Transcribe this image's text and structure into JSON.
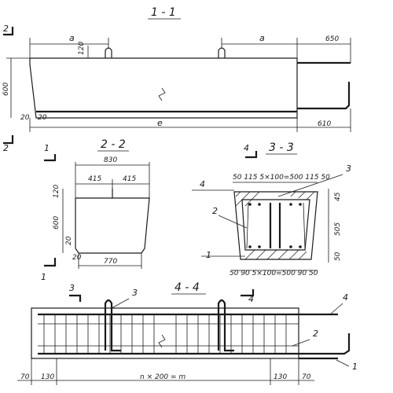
{
  "sections": {
    "s11": {
      "title": "1 - 1",
      "a_left": "a",
      "a_right": "a",
      "d650": "650",
      "d120": "120",
      "d600": "600",
      "d20a": "20",
      "d20b": "20",
      "l": "e",
      "d610": "610",
      "mark": "2"
    },
    "s22": {
      "title": "2 - 2",
      "d830": "830",
      "d415a": "415",
      "d415b": "415",
      "d120": "120",
      "d600": "600",
      "d20a": "20",
      "d20b": "20",
      "d770": "770",
      "mark": "1"
    },
    "s33": {
      "title": "3 - 3",
      "top_dims": "50 115 5×100=500 115 50",
      "bot_dims": "50 90 5×100=500 90 50",
      "d45": "45",
      "d505": "505",
      "d50": "50",
      "mark": "4",
      "leader_2": "2",
      "leader_3": "3",
      "leader_4": "4",
      "leader_1": "1"
    },
    "s44": {
      "title": "4 - 4",
      "d70a": "70",
      "d130a": "130",
      "mid": "n × 200 = m",
      "d130b": "130",
      "d70b": "70",
      "mark": "3",
      "leader_3": "3",
      "leader_4": "4",
      "leader_2": "2",
      "leader_1": "1"
    }
  }
}
